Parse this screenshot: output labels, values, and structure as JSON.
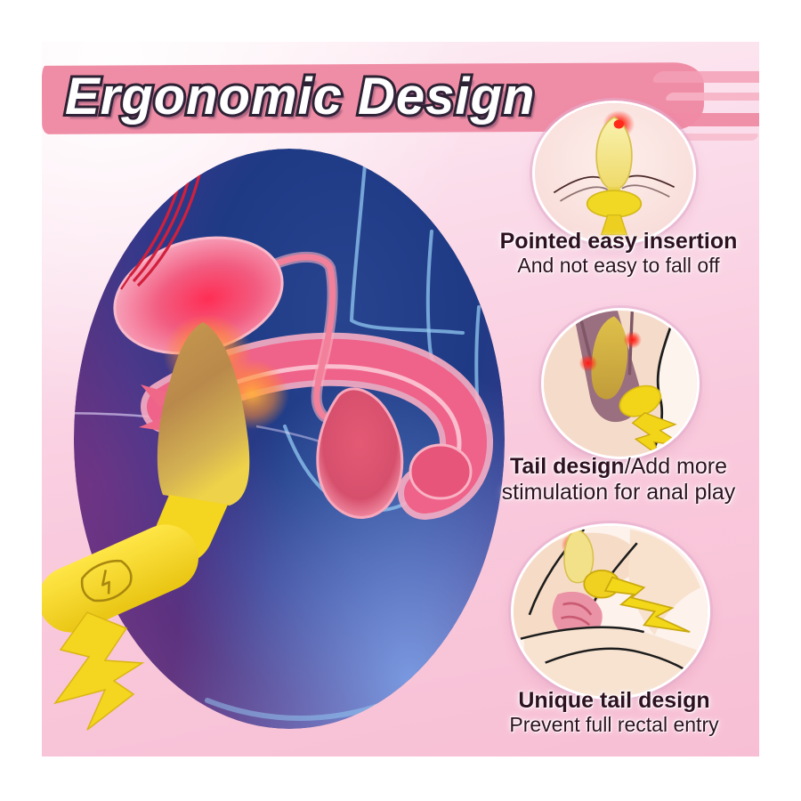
{
  "title": "Ergonomic Design",
  "features": [
    {
      "heading": "Pointed easy insertion",
      "subtext": "And not easy to fall off",
      "icon": "pointed-plug-insertion-diagram"
    },
    {
      "heading": "Tail design",
      "heading_suffix": "/Add more",
      "subtext": "stimulation for anal play",
      "icon": "plug-tail-stimulation-diagram"
    },
    {
      "heading": "Unique tail design",
      "subtext": "Prevent full rectal entry",
      "icon": "plug-tail-stopper-diagram"
    }
  ],
  "colors": {
    "page_background": "#ffffff",
    "canvas_pink_light": "#fdf1f6",
    "canvas_pink": "#f8bfd4",
    "brush_stroke_pink": "#f08da6",
    "title_fill": "#ffffff",
    "title_outline": "#2c2133",
    "caption_text": "#2e1120",
    "device_yellow": "#f4d51f",
    "vibration_glow_red": "#ff1e1e",
    "anatomy_navy": "#1f3a85",
    "anatomy_purple": "#6a3680",
    "organ_pink": "#ef6289"
  }
}
